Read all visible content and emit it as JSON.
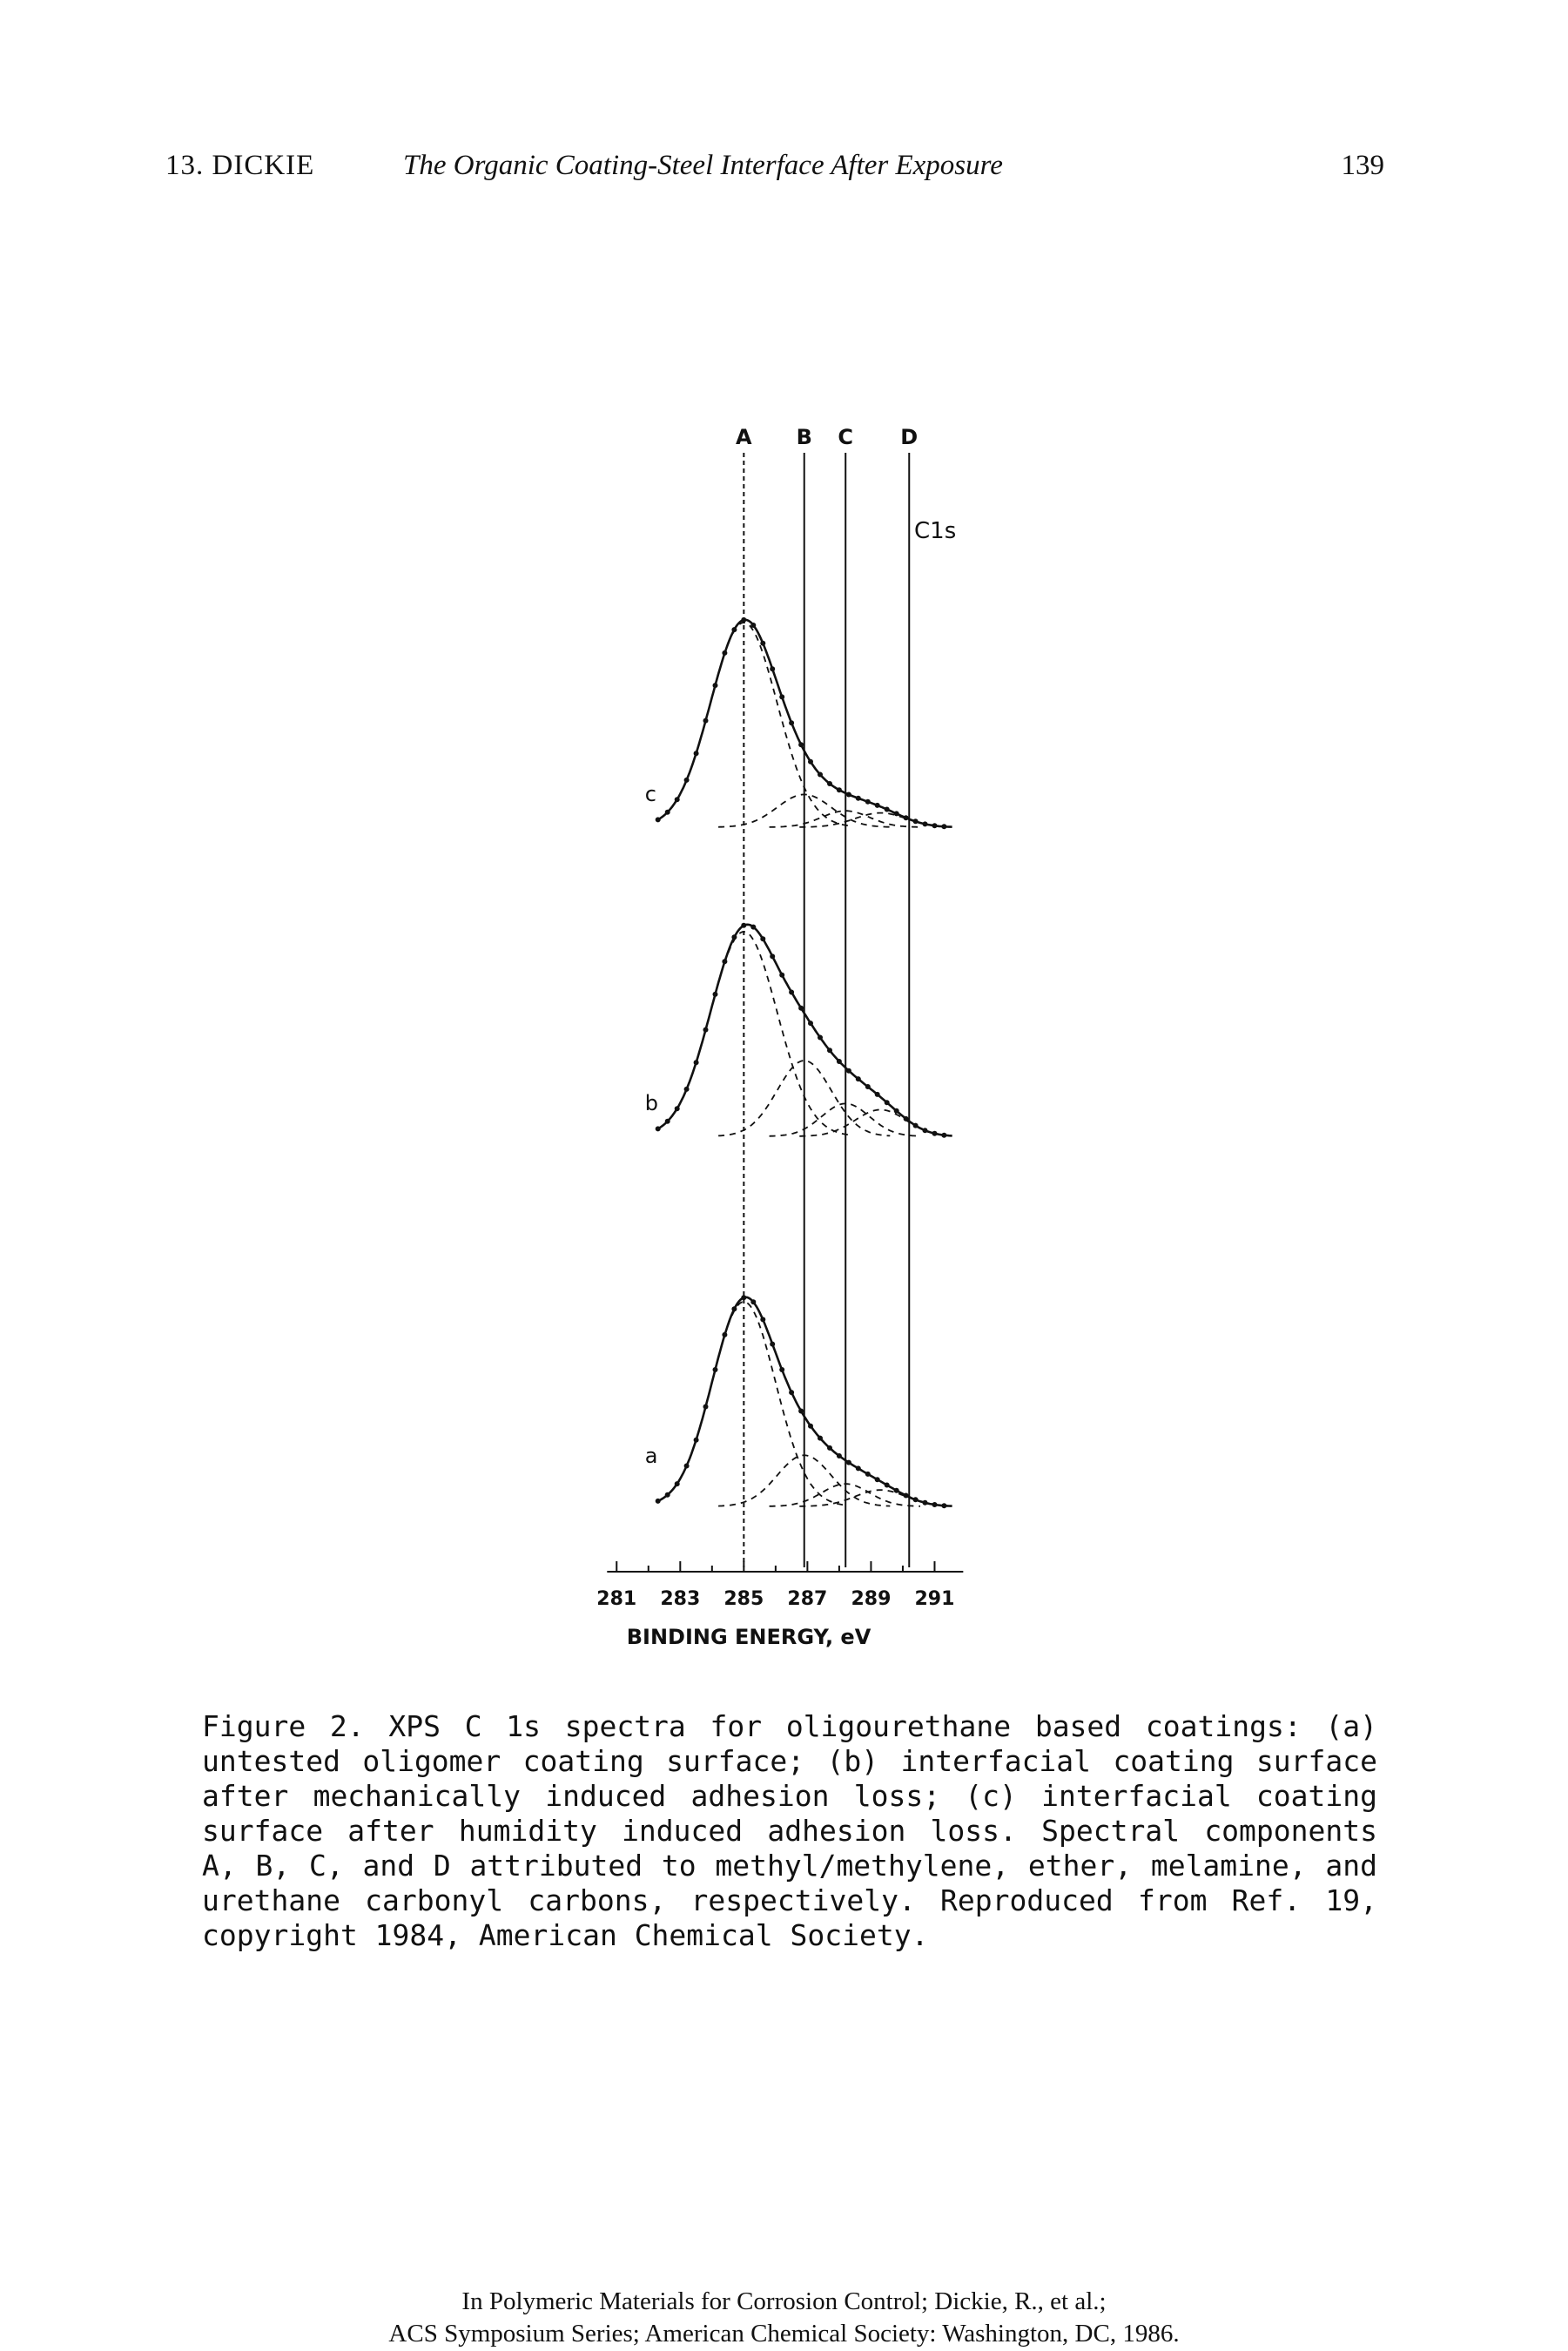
{
  "header": {
    "chapter": "13. DICKIE",
    "title": "The Organic Coating-Steel Interface After Exposure",
    "page_number": "139"
  },
  "chart_data": {
    "type": "line",
    "title": "",
    "region_label": "C1s",
    "xlabel": "BINDING ENERGY, eV",
    "ylabel": "",
    "x_ticks": [
      281,
      283,
      285,
      287,
      289,
      291
    ],
    "xlim": [
      280.5,
      292
    ],
    "component_markers": [
      {
        "label": "A",
        "x": 285.0
      },
      {
        "label": "B",
        "x": 286.9
      },
      {
        "label": "C",
        "x": 288.2
      },
      {
        "label": "D",
        "x": 290.2
      }
    ],
    "spectra": [
      {
        "label": "c",
        "description_order": 3,
        "components": [
          {
            "name": "A",
            "center": 285.0,
            "height": 1.0,
            "width": 1.05
          },
          {
            "name": "B",
            "center": 286.9,
            "height": 0.16,
            "width": 0.85
          },
          {
            "name": "C",
            "center": 288.2,
            "height": 0.08,
            "width": 0.75
          },
          {
            "name": "D",
            "center": 289.3,
            "height": 0.07,
            "width": 0.8
          }
        ]
      },
      {
        "label": "b",
        "description_order": 2,
        "components": [
          {
            "name": "A",
            "center": 285.0,
            "height": 1.0,
            "width": 1.05
          },
          {
            "name": "B",
            "center": 286.9,
            "height": 0.37,
            "width": 0.85
          },
          {
            "name": "C",
            "center": 288.2,
            "height": 0.16,
            "width": 0.75
          },
          {
            "name": "D",
            "center": 289.3,
            "height": 0.13,
            "width": 0.8
          }
        ]
      },
      {
        "label": "a",
        "description_order": 1,
        "components": [
          {
            "name": "A",
            "center": 285.0,
            "height": 1.0,
            "width": 1.0
          },
          {
            "name": "B",
            "center": 286.9,
            "height": 0.25,
            "width": 0.85
          },
          {
            "name": "C",
            "center": 288.2,
            "height": 0.11,
            "width": 0.75
          },
          {
            "name": "D",
            "center": 289.3,
            "height": 0.08,
            "width": 0.8
          }
        ]
      }
    ]
  },
  "caption": "Figure 2. XPS C 1s spectra for oligourethane based coatings: (a) untested oligomer coating surface; (b) interfacial coating surface after mechanically induced adhesion loss; (c) interfacial coating surface after humidity induced adhesion loss. Spectral components A, B, C, and D attributed to methyl/methylene, ether, melamine, and urethane carbonyl carbons, respectively. Reproduced from Ref. 19, copyright 1984, American Chemical Society.",
  "footer": {
    "line1": "In Polymeric Materials for Corrosion Control; Dickie, R., et al.;",
    "line2": "ACS Symposium Series; American Chemical Society: Washington, DC, 1986."
  }
}
